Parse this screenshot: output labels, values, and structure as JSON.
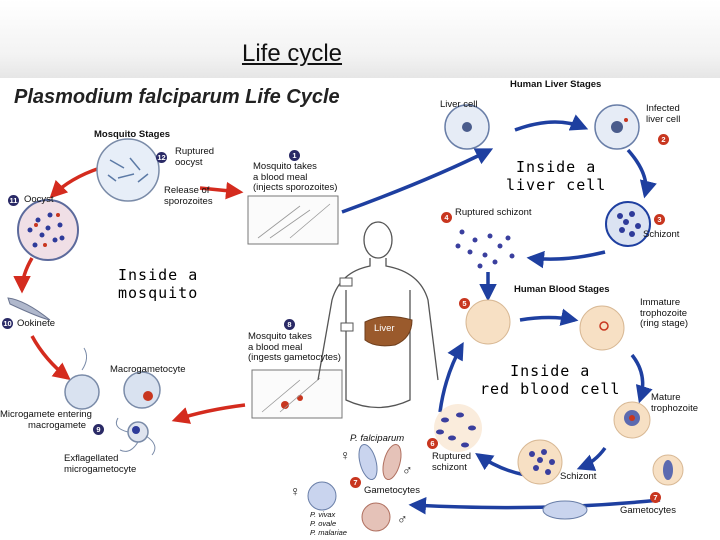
{
  "slide_title": "Life cycle",
  "diagram_title": "Plasmodium falciparum Life Cycle",
  "stage_headers": {
    "mosquito": "Mosquito Stages",
    "liver": "Human Liver Stages",
    "blood": "Human Blood Stages"
  },
  "overlays": {
    "mosquito": [
      "Inside a",
      "mosquito"
    ],
    "liver_cell": [
      "Inside a",
      "liver cell"
    ],
    "red_blood_cell": [
      "Inside a",
      "red blood cell"
    ]
  },
  "human_labels": {
    "liver": "Liver"
  },
  "labels": {
    "ruptured_oocyst": [
      "Ruptured",
      "oocyst"
    ],
    "release_sporozoites": [
      "Release of",
      "sporozoites"
    ],
    "oocyst": "Oocyst",
    "ookinete": "Ookinete",
    "macrogametocyte": "Macrogametocyte",
    "microgamete_entering": [
      "Microgamete entering",
      "macrogamete"
    ],
    "exflagellated": [
      "Exflagellated",
      "microgametocyte"
    ],
    "mosquito_meal_1": [
      "Mosquito takes",
      "a blood meal",
      "(injects sporozoites)"
    ],
    "mosquito_meal_8": [
      "Mosquito takes",
      "a blood meal",
      "(ingests gametocytes)"
    ],
    "liver_cell": "Liver cell",
    "infected_liver_cell": [
      "Infected",
      "liver cell"
    ],
    "schizont_liver": "Schizont",
    "ruptured_schizont_liver": "Ruptured schizont",
    "immature_trophozoite": [
      "Immature",
      "trophozoite",
      "(ring stage)"
    ],
    "mature_trophozoite": [
      "Mature",
      "trophozoite"
    ],
    "schizont_blood": "Schizont",
    "ruptured_schizont_blood": [
      "Ruptured",
      "schizont"
    ],
    "gametocytes_left": "Gametocytes",
    "gametocytes_right": "Gametocytes",
    "p_falciparum": "P. falciparum",
    "p_others": [
      "P. vivax",
      "P. ovale",
      "P. malariae"
    ],
    "female_symbol": "♀",
    "male_symbol": "♂"
  },
  "step_numbers": {
    "n1": "1",
    "n2": "2",
    "n3": "3",
    "n4": "4",
    "n5": "5",
    "n6": "6",
    "n7a": "7",
    "n7b": "7",
    "n8": "8",
    "n9": "9",
    "n10": "10",
    "n11": "11",
    "n12": "12"
  },
  "colors": {
    "blue_arrow": "#1e3fa0",
    "red_arrow": "#d42b1e",
    "dark_badge": "#2a2a66",
    "red_badge": "#c8361f",
    "cell_fill": "#f7e0c4",
    "liver_fill": "#9a5a2c"
  }
}
